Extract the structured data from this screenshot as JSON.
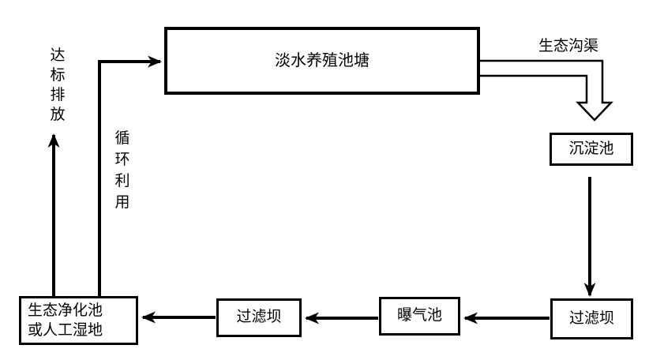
{
  "colors": {
    "ink": "#000000",
    "background": "#ffffff"
  },
  "nodes": {
    "freshwater_pond": "淡水养殖池塘",
    "sedimentation_pond": "沉淀池",
    "filter_dam_right": "过滤坝",
    "aeration_pond": "曝气池",
    "filter_dam_mid": "过滤坝",
    "purification_wetland": "生态净化池\n或人工湿地"
  },
  "edge_labels": {
    "eco_ditch": "生态沟渠",
    "recycling": "循环利用",
    "compliant_discharge": "达标排放"
  }
}
